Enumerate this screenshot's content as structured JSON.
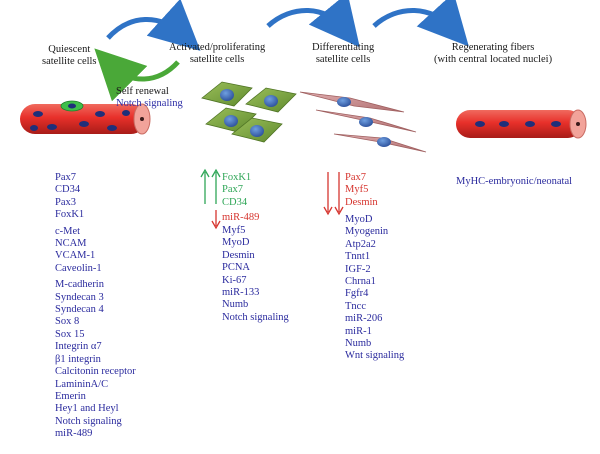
{
  "stages": {
    "quiescent": "Quiescent\nsatellite cells",
    "activated": "Activated/proliferating\nsatellite cells",
    "differentiating": "Differentiating\nsatellite cells",
    "regenerating": "Regenerating fibers\n(with central located nuclei)"
  },
  "self_renewal": {
    "line1": "Self renewal",
    "line2": "Notch signaling"
  },
  "quiescent_markers": {
    "group1": [
      "Pax7",
      "CD34",
      "Pax3",
      "FoxK1"
    ],
    "group2": [
      "c-Met",
      "NCAM",
      "VCAM-1",
      "Caveolin-1"
    ],
    "group3": [
      "M-cadherin",
      "Syndecan 3",
      "Syndecan 4",
      "Sox 8",
      "Sox 15",
      "Integrin α7",
      "β1 integrin",
      "Calcitonin receptor",
      "LamininA/C",
      "Emerin",
      "Hey1 and Heyl",
      "Notch signaling",
      "miR-489"
    ]
  },
  "activated_markers": {
    "up": [
      "FoxK1",
      "Pax7",
      "CD34"
    ],
    "down": [
      "miR-489"
    ],
    "other": [
      "Myf5",
      "MyoD",
      "Desmin",
      "PCNA",
      "Ki-67",
      "miR-133",
      "Numb",
      "Notch signaling"
    ]
  },
  "differentiating_markers": {
    "down": [
      "Pax7",
      "Myf5",
      "Desmin"
    ],
    "other": [
      "MyoD",
      "Myogenin",
      "Atp2a2",
      "Tnnt1",
      "IGF-2",
      "Chrna1",
      "Fgfr4",
      "Tncc",
      "miR-206",
      "miR-1",
      "Numb",
      "Wnt signaling"
    ]
  },
  "regenerating_markers": "MyHC-embryonic/neonatal",
  "colors": {
    "label_blue": "#2b2b9e",
    "up_green": "#2fa657",
    "down_red": "#d6352f",
    "fiber_red": "#e8302a",
    "fiber_end": "#f2a39a",
    "nucleus": "#1f2f7a",
    "satellite_green": "#3fbf4a",
    "cell_green": "#7fa642",
    "diff_cell": "#c98a8a",
    "arrow_blue": "#3a7fd0"
  }
}
